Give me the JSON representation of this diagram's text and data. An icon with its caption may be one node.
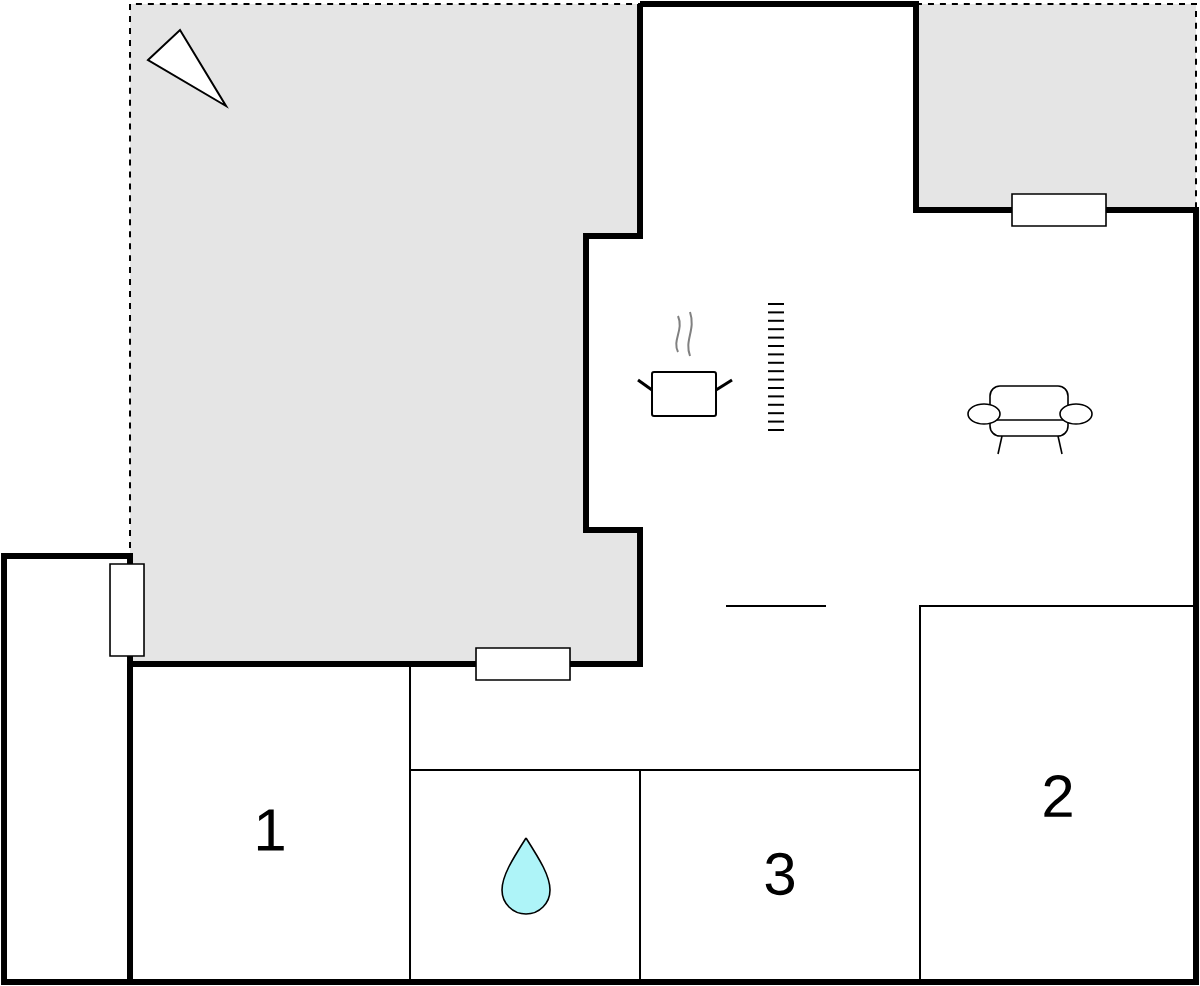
{
  "diagram": {
    "nodes": [
      {
        "text": [
          "1"
        ]
      },
      {
        "text": [
          "3"
        ]
      },
      {
        "text": [
          "2"
        ]
      }
    ]
  }
}
